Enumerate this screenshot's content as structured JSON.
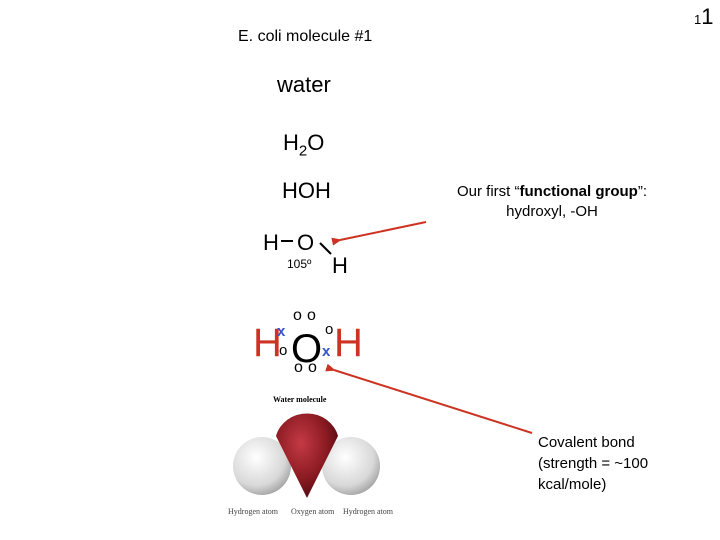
{
  "slide": {
    "number_small": "1",
    "number_large": "1"
  },
  "title": "E. coli molecule #1",
  "water_label": "water",
  "formula": {
    "h": "H",
    "sub": "2",
    "o": "O"
  },
  "hoh": "HOH",
  "structure": {
    "h_left": "H",
    "o": "O",
    "h_right": "H",
    "angle": "105º"
  },
  "lewis": {
    "h_left": "H",
    "o": "O",
    "h_right": "H",
    "dot_o": "o",
    "dot_x": "x"
  },
  "functional_group": {
    "prefix": "Our first “",
    "emphasis": "functional group",
    "suffix": "”:",
    "line2": "hydroxyl, -OH"
  },
  "covalent_bond": {
    "line1": "Covalent bond",
    "line2": "(strength = ~100",
    "line3": "kcal/mole)"
  },
  "molecule_figure": {
    "caption": "Water molecule",
    "labels": [
      "Hydrogen atom",
      "Oxygen atom",
      "Hydrogen atom"
    ]
  },
  "colors": {
    "arrow": "#cc3322",
    "oxygen": "#8b1a22",
    "hydrogen": "#d8d8d8",
    "lewis_x": "#3355cc"
  }
}
